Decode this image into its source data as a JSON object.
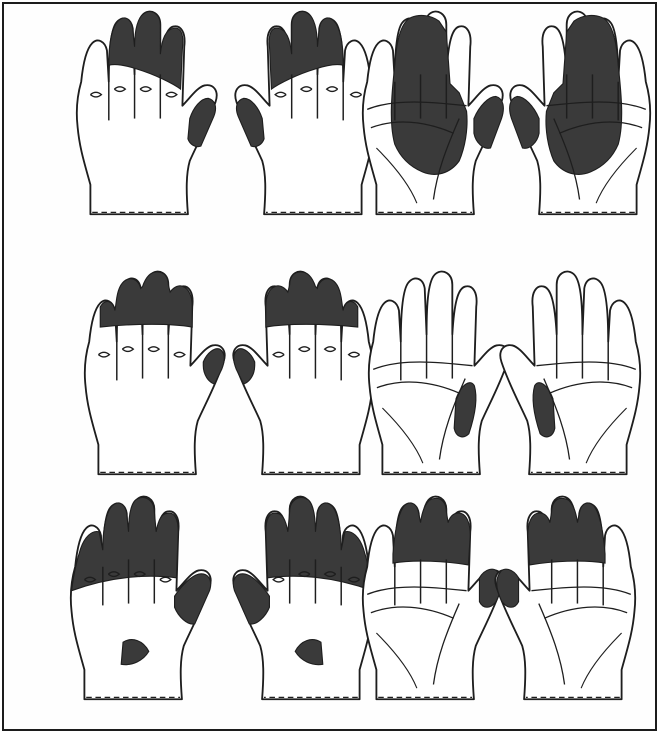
{
  "colors": {
    "background": "#fefefe",
    "border": "#1c1c1c",
    "outline": "#1e1e1e",
    "shaded": "#3a3a3a"
  },
  "panels": [
    {
      "id": "r1-left",
      "view": "dorsal",
      "shaded_region": "fingertips-and-thumb"
    },
    {
      "id": "r1-right",
      "view": "palmar",
      "shaded_region": "most-of-palm-and-fingers"
    },
    {
      "id": "r2-left",
      "view": "dorsal",
      "shaded_region": "distal-finger-segments"
    },
    {
      "id": "r2-right",
      "view": "palmar",
      "shaded_region": "thenar-edge-patch"
    },
    {
      "id": "r3-left",
      "view": "dorsal",
      "shaded_region": "fingers-and-scattered-patches"
    },
    {
      "id": "r3-right",
      "view": "palmar",
      "shaded_region": "fingers-and-thumb-tip"
    }
  ]
}
